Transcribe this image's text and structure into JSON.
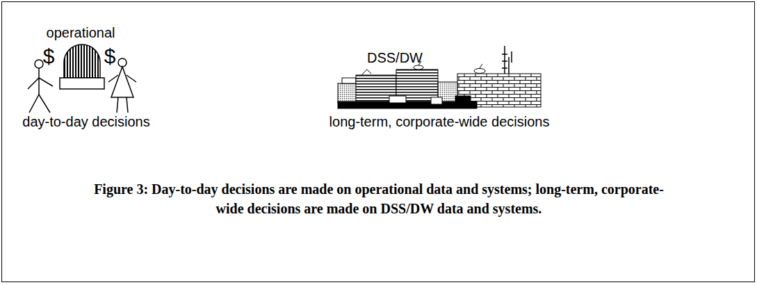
{
  "diagram": {
    "caption": "Figure 3:  Day-to-day decisions are made on operational data and systems; long-term, corporate-wide decisions are made on DSS/DW data and systems.",
    "labels": [
      "operational",
      "$",
      "$",
      "day-to-day decisions",
      "DSS/DW",
      "long-term, corporate-wide decisions"
    ]
  }
}
